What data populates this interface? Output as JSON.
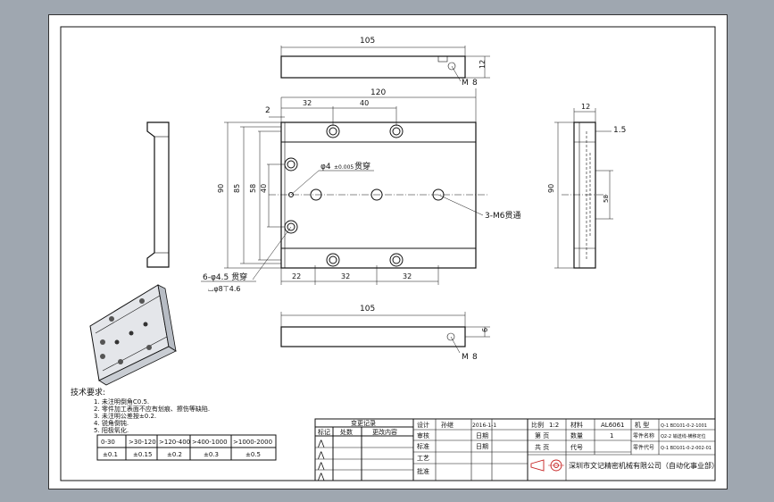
{
  "dims": {
    "top_view_length": "105",
    "top_view_height": "12",
    "top_view_tap": "M",
    "top_view_tap_depth": "8",
    "width": "120",
    "offset_32": "32",
    "spacing_40": "40",
    "edge_2": "2",
    "height_90": "90",
    "height_85": "85",
    "height_58": "58",
    "height_40": "40",
    "bottom_22": "22",
    "bottom_32": "32",
    "bottom_32b": "32",
    "side_12": "12",
    "side_1_5": "1.5",
    "side_90": "90",
    "side_58": "58",
    "pin_hole": "φ4",
    "pin_hole_tol": "±0.005",
    "pin_hole_suffix": "贯穿",
    "tap_3m6": "3-M6贯通",
    "cb_hole": "6-φ4.5 贯穿",
    "cb_depth": "⌴φ8⊤4.6",
    "bottom_view_length": "105",
    "bottom_view_height": "6",
    "bottom_view_tap": "M",
    "bottom_view_tap_depth": "8"
  },
  "notes": {
    "title": "技术要求:",
    "items": [
      "1. 未注明倒角C0.5.",
      "2. 零件加工表面不应有划痕、擦伤等缺陷.",
      "3. 未注明公差按±0.2.",
      "4. 锐角倒钝.",
      "5. 阳极氧化."
    ]
  },
  "tolerance_table": {
    "headers": [
      "0-30",
      ">30-120",
      ">120-400",
      ">400-1000",
      ">1000-2000"
    ],
    "values": [
      "±0.1",
      "±0.15",
      "±0.2",
      "±0.3",
      "±0.5"
    ]
  },
  "title_block": {
    "revision_header": "变更记录",
    "rev_cols": [
      "标记",
      "处数",
      "更改内容"
    ],
    "designer_label": "设计",
    "designer_name": "孙继",
    "date": "2016-1-1",
    "checker_label": "审核",
    "standard_label": "标准",
    "approver_label": "批准",
    "process_label": "工艺",
    "date_label": "日期",
    "scale_label": "比例",
    "scale_value": "1:2",
    "material_label": "材料",
    "material_value": "AL6061",
    "model_label": "机 型",
    "model_value": "Q-1 BD101-0-2-1001",
    "sheet_label": "第 页",
    "quantity_label": "数量",
    "quantity_value": "1",
    "part_name_label": "零件名称",
    "part_name_value": "Q2-2 输送线-横移定位",
    "total_label": "共 页",
    "unit_label": "代号",
    "part_code_label": "零件代号",
    "part_code_value": "Q-1 BD101-0-2-002-01",
    "company": "深圳市文记精密机械有限公司（自动化事业部）"
  }
}
